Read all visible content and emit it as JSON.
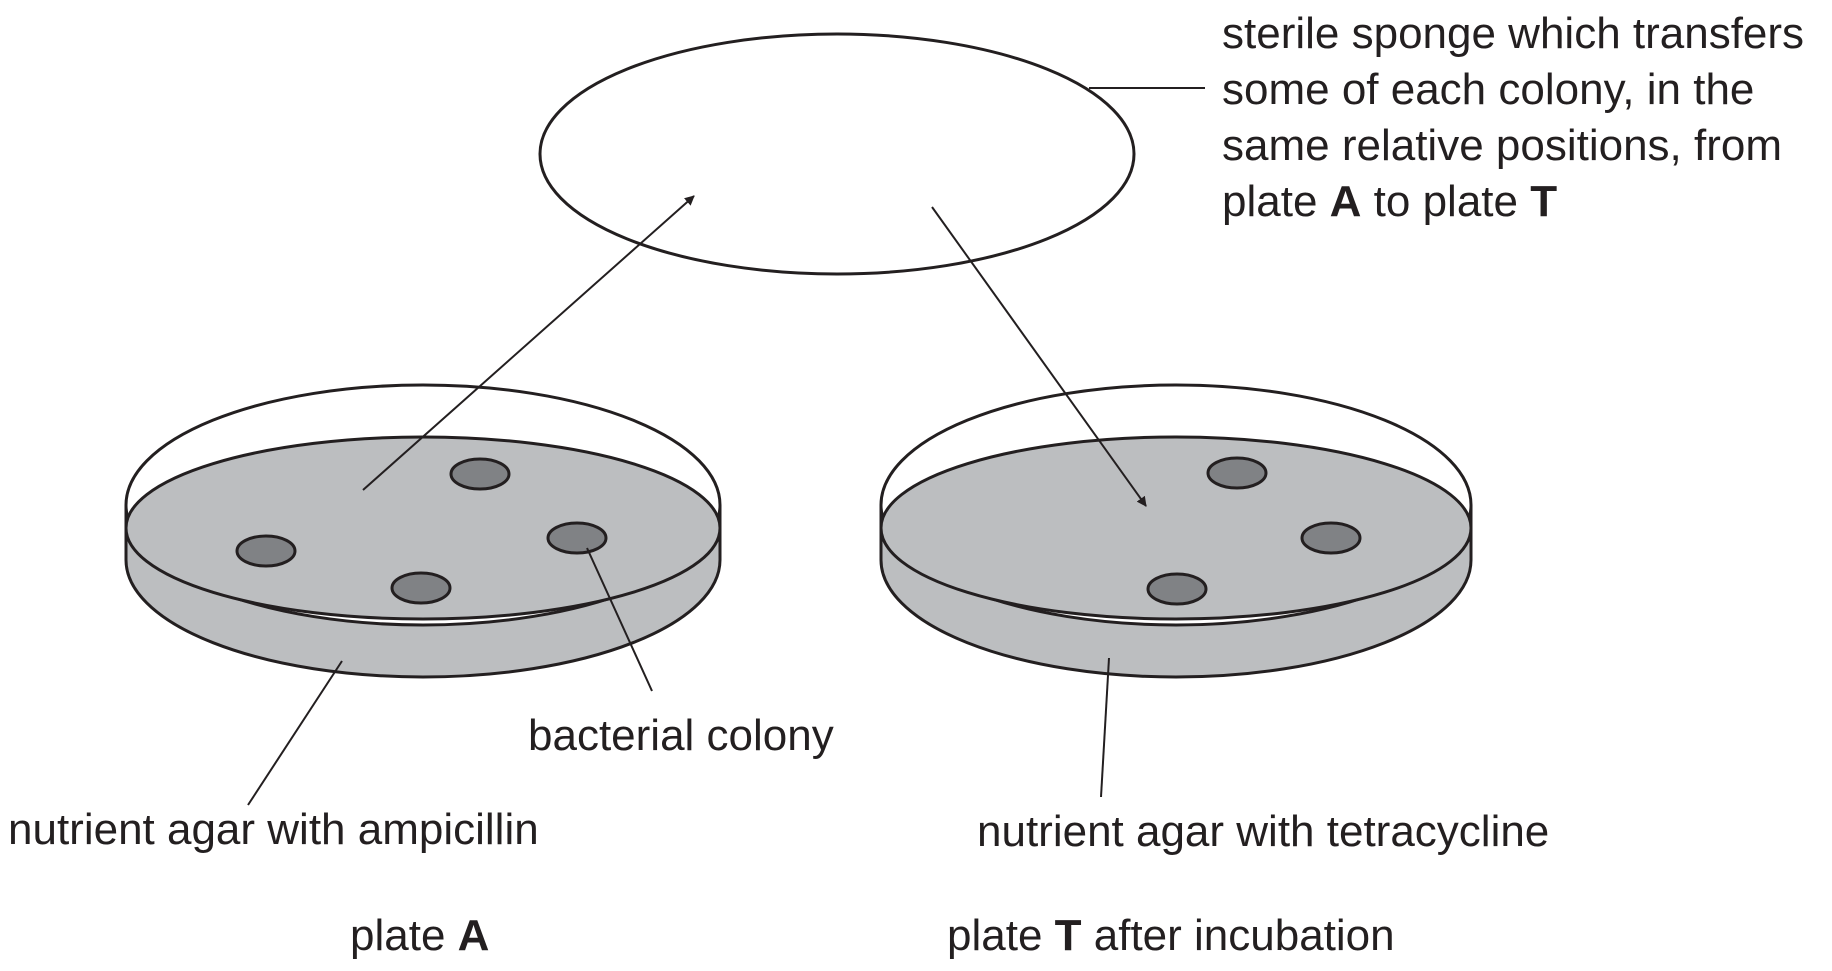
{
  "colors": {
    "ink": "#231f20",
    "agar_fill": "#bcbec0",
    "colony_fill": "#808285",
    "background": "#ffffff"
  },
  "labels": {
    "sponge": {
      "line1": "sterile sponge which transfers",
      "line2": "some of each colony, in the",
      "line3": "same relative positions, from",
      "line4_prefix": "plate ",
      "line4_plate_a": "A",
      "line4_middle": " to plate ",
      "line4_plate_t": "T"
    },
    "bacterial_colony": "bacterial colony",
    "agar_ampicillin": "nutrient agar with ampicillin",
    "agar_tetracycline": "nutrient agar with tetracycline",
    "caption_plate_a": {
      "prefix": "plate ",
      "letter": "A"
    },
    "caption_plate_t": {
      "prefix": "plate ",
      "letter": "T",
      "suffix": " after incubation"
    }
  }
}
